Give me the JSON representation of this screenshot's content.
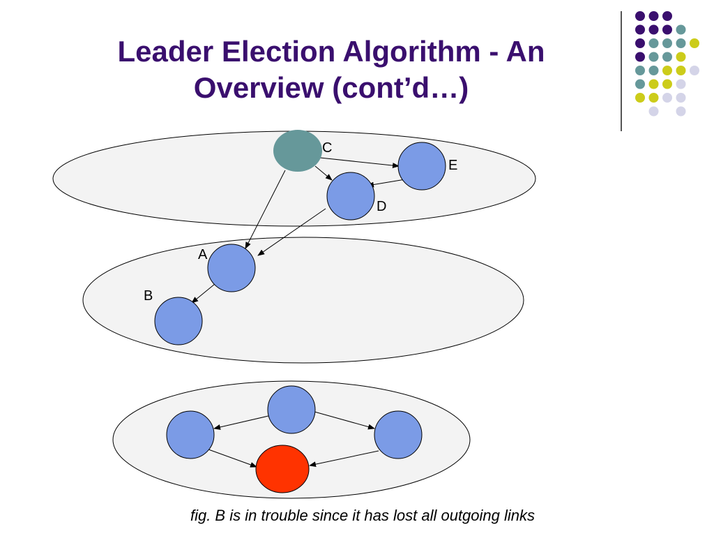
{
  "slide": {
    "title_line1": "Leader Election Algorithm - An",
    "title_line2": "Overview (cont’d…)",
    "caption": "fig. B is in trouble since it has lost all outgoing links"
  },
  "colors": {
    "title": "#3a0f6e",
    "node_blue": "#7b9be6",
    "node_teal": "#66989a",
    "node_red": "#ff3300",
    "group_fill": "#f3f3f3",
    "dot_purple": "#3a0f6e",
    "dot_teal": "#66989a",
    "dot_yellow": "#cccc1a",
    "dot_lavender": "#d4d4e8"
  },
  "diagram": {
    "nodes": [
      {
        "id": "C",
        "label": "C",
        "color": "teal"
      },
      {
        "id": "E",
        "label": "E",
        "color": "blue"
      },
      {
        "id": "D",
        "label": "D",
        "color": "blue"
      },
      {
        "id": "A",
        "label": "A",
        "color": "blue"
      },
      {
        "id": "B",
        "label": "B",
        "color": "blue"
      },
      {
        "id": "n6",
        "label": "",
        "color": "blue"
      },
      {
        "id": "n7",
        "label": "",
        "color": "blue"
      },
      {
        "id": "n8",
        "label": "",
        "color": "blue"
      },
      {
        "id": "n9",
        "label": "",
        "color": "red"
      }
    ],
    "edges": [
      {
        "from": "C",
        "to": "E"
      },
      {
        "from": "C",
        "to": "D"
      },
      {
        "from": "E",
        "to": "D"
      },
      {
        "from": "C",
        "to": "A"
      },
      {
        "from": "D",
        "to": "A"
      },
      {
        "from": "A",
        "to": "B"
      },
      {
        "from": "n6",
        "to": "n7"
      },
      {
        "from": "n6",
        "to": "n8"
      },
      {
        "from": "n7",
        "to": "n9"
      },
      {
        "from": "n8",
        "to": "n9"
      }
    ]
  }
}
